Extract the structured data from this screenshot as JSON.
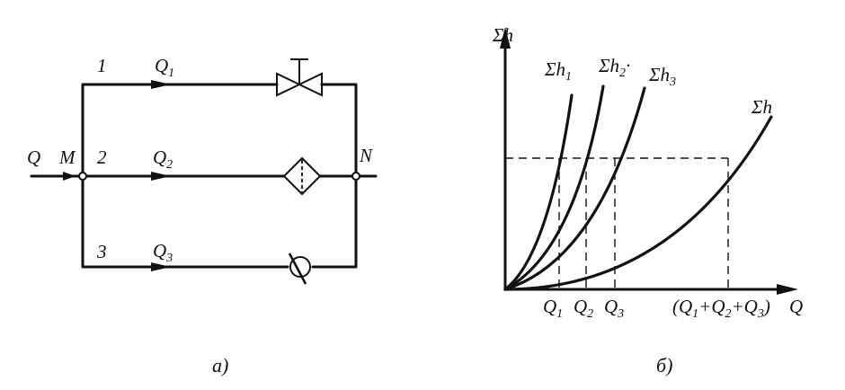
{
  "scheme": {
    "inflow_label": "Q",
    "node_in": "M",
    "node_out": "N",
    "branches": [
      {
        "number": "1",
        "flow_label": "Q1",
        "device": "valve"
      },
      {
        "number": "2",
        "flow_label": "Q2",
        "device": "filter"
      },
      {
        "number": "3",
        "flow_label": "Q3",
        "device": "check-valve"
      }
    ],
    "caption": "а)"
  },
  "graph": {
    "y_axis_label": "Σh",
    "x_axis_label": "Q",
    "curve_labels": [
      "Σh1",
      "Σh2",
      "Σh3",
      "Σh"
    ],
    "x_ticks": [
      "Q1",
      "Q2",
      "Q3",
      "(Q1+Q2+Q3)"
    ],
    "caption": "б)"
  },
  "chart_data": {
    "type": "line",
    "title": "",
    "xlabel": "Q",
    "ylabel": "Σh",
    "series": [
      {
        "name": "Σh1",
        "shape": "parabolic, steepest"
      },
      {
        "name": "Σh2",
        "shape": "parabolic"
      },
      {
        "name": "Σh3",
        "shape": "parabolic"
      },
      {
        "name": "Σh",
        "shape": "parabolic, resulting (sum of flows at equal head)"
      }
    ],
    "marked_x": [
      "Q1",
      "Q2",
      "Q3",
      "(Q1+Q2+Q3)"
    ],
    "grid": false
  }
}
